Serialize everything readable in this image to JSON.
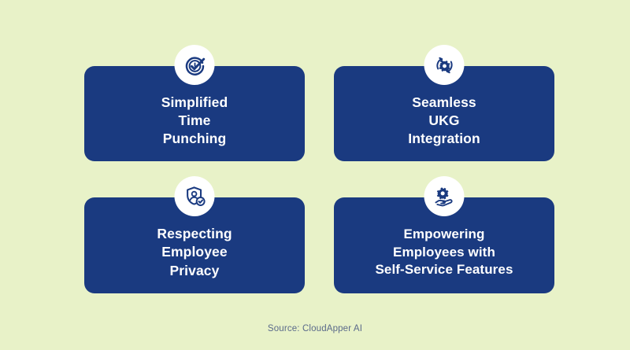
{
  "background_color": "#e8f2c8",
  "card_color": "#1a3a80",
  "badge_color": "#ffffff",
  "text_color": "#ffffff",
  "source_color": "#5a6a8a",
  "cards": [
    {
      "id": "simplified-time-punching",
      "title": "Simplified\nTime\nPunching",
      "icon": "clock-check-icon"
    },
    {
      "id": "seamless-ukg-integration",
      "title": "Seamless\nUKG\nIntegration",
      "icon": "gear-sync-icon"
    },
    {
      "id": "respecting-employee-privacy",
      "title": "Respecting\nEmployee\nPrivacy",
      "icon": "shield-user-check-icon"
    },
    {
      "id": "empowering-employees-self-service",
      "title": "Empowering\nEmployees with\nSelf-Service Features",
      "icon": "hand-gear-icon"
    }
  ],
  "source": {
    "label": "Source: CloudApper AI"
  }
}
